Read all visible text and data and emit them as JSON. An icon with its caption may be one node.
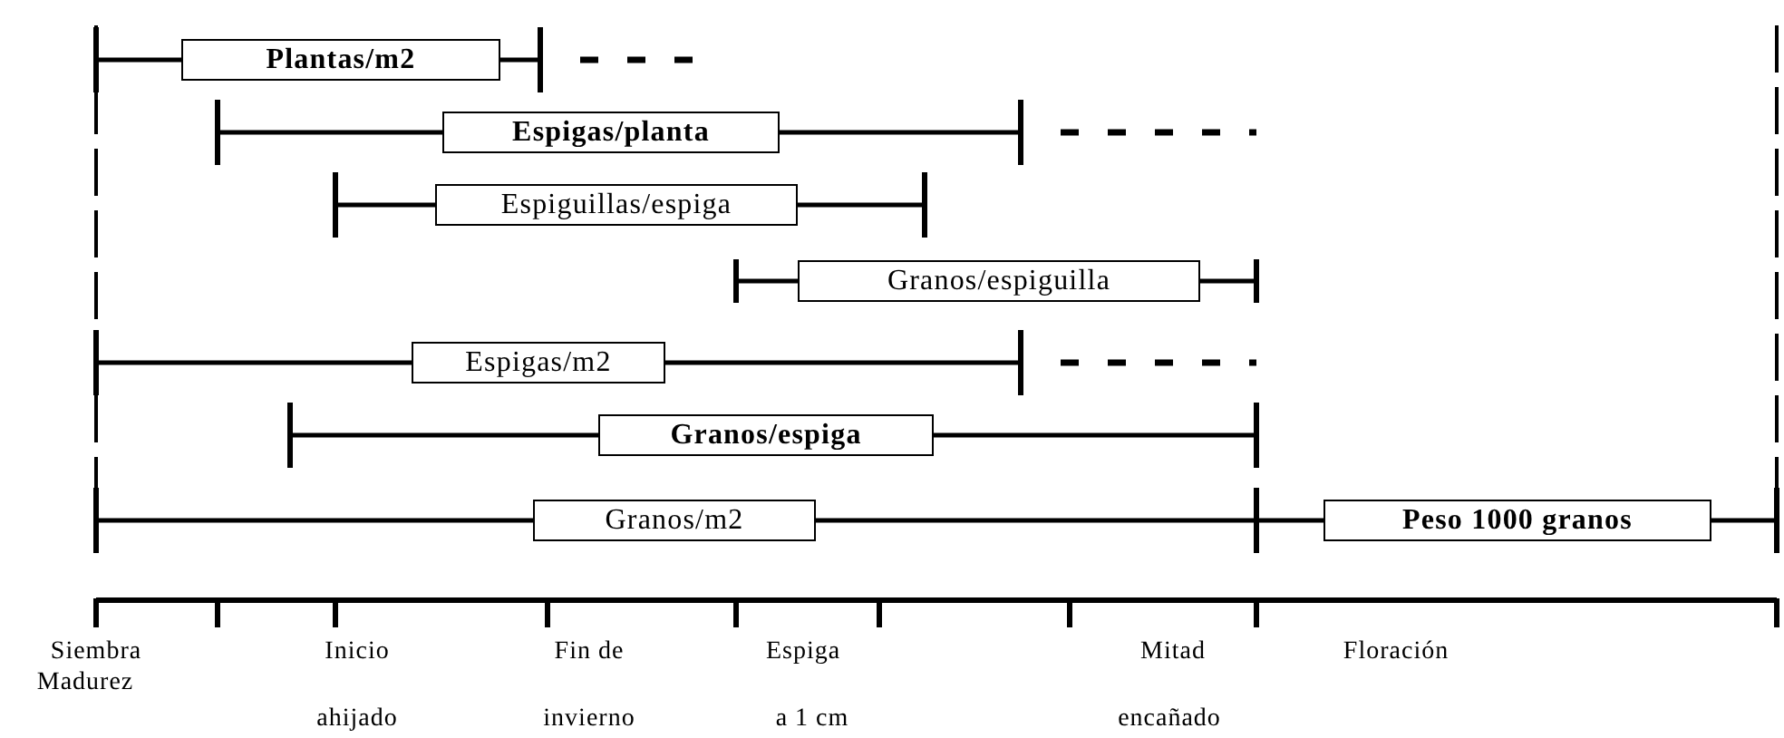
{
  "diagram": {
    "nodes": [
      {
        "text": [
          "Plantas/m2"
        ]
      },
      {
        "text": [
          "Espigas/planta"
        ]
      },
      {
        "text": [
          "Espiguillas/espiga"
        ]
      },
      {
        "text": [
          "Granos/espiguilla"
        ]
      },
      {
        "text": [
          "Espigas/m2"
        ]
      },
      {
        "text": [
          "Granos/espiga"
        ]
      },
      {
        "text": [
          "Granos/m2"
        ]
      },
      {
        "text": [
          "Peso 1000 granos"
        ]
      }
    ],
    "labels": [
      "Siembra",
      "Inicio",
      "Fin de",
      "Espiga",
      "Mitad",
      "Floración",
      "Madurez",
      "ahijado",
      "invierno",
      "a 1 cm",
      "encañado"
    ]
  }
}
